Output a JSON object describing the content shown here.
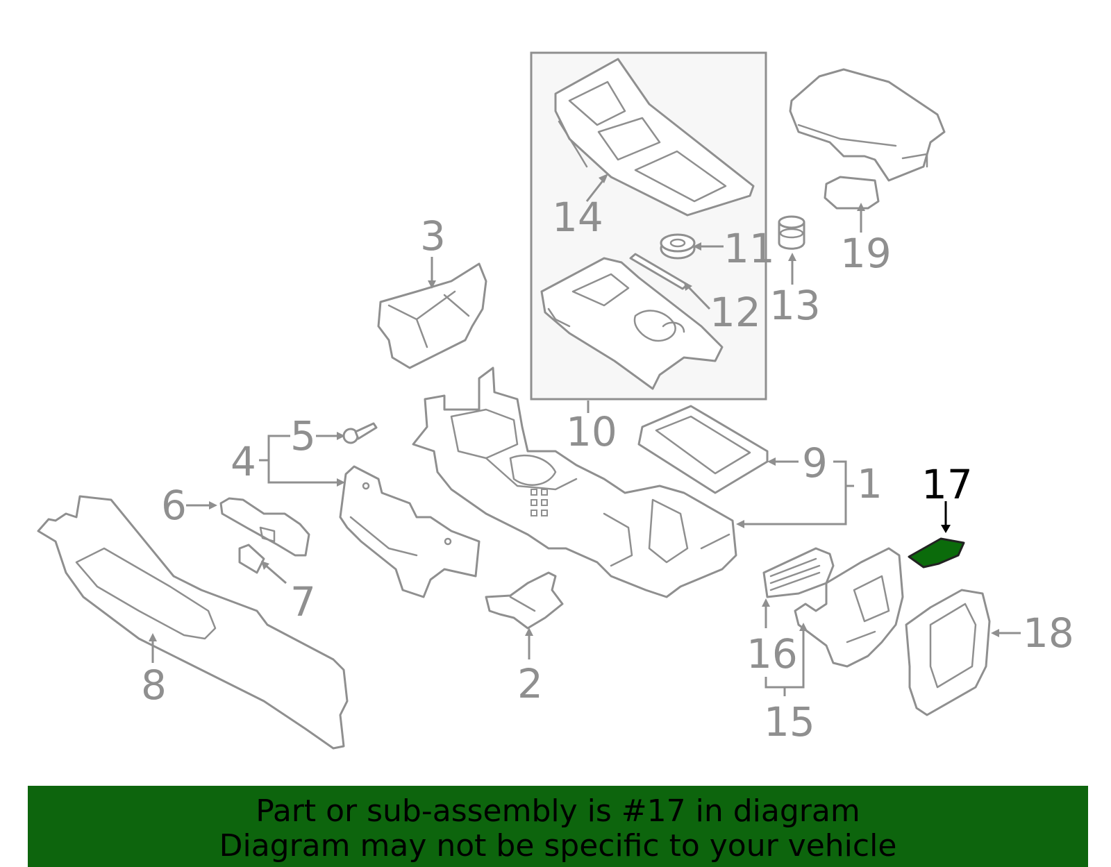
{
  "callouts": {
    "c1": "1",
    "c2": "2",
    "c3": "3",
    "c4": "4",
    "c5": "5",
    "c6": "6",
    "c7": "7",
    "c8": "8",
    "c9": "9",
    "c10": "10",
    "c11": "11",
    "c12": "12",
    "c13": "13",
    "c14": "14",
    "c15": "15",
    "c16": "16",
    "c17": "17",
    "c18": "18",
    "c19": "19"
  },
  "highlighted_part": "17",
  "colors": {
    "line": "#8f8f8f",
    "highlight_fill": "#0b6b0b",
    "banner_bg": "#0d650d",
    "subassembly_box": "#f7f7f7"
  },
  "banner": {
    "line1": "Part or sub-assembly is #17 in diagram",
    "line2": "Diagram may not be specific to your vehicle"
  }
}
